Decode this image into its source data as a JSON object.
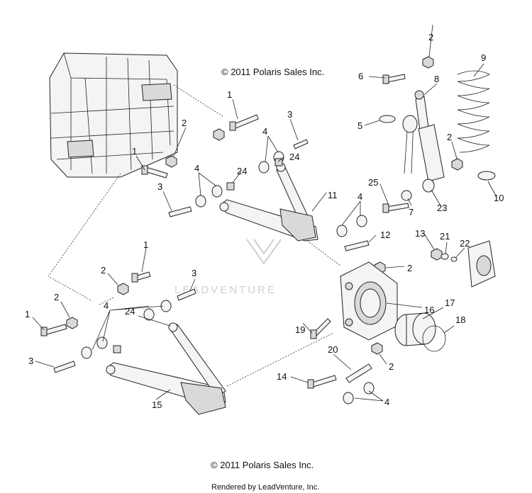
{
  "copyright_top": "© 2011 Polaris Sales Inc.",
  "copyright_bottom": "© 2011 Polaris Sales Inc.",
  "rendered_by": "Rendered by LeadVenture, Inc.",
  "watermark": "LEADVENTURE",
  "callouts": [
    {
      "id": "c1a",
      "text": "1"
    },
    {
      "id": "c1b",
      "text": "1"
    },
    {
      "id": "c1c",
      "text": "1"
    },
    {
      "id": "c1d",
      "text": "1"
    },
    {
      "id": "c2a",
      "text": "2"
    },
    {
      "id": "c2b",
      "text": "2"
    },
    {
      "id": "c2c",
      "text": "2"
    },
    {
      "id": "c2d",
      "text": "2"
    },
    {
      "id": "c2e",
      "text": "2"
    },
    {
      "id": "c2f",
      "text": "2"
    },
    {
      "id": "c2g",
      "text": "2"
    },
    {
      "id": "c3a",
      "text": "3"
    },
    {
      "id": "c3b",
      "text": "3"
    },
    {
      "id": "c3c",
      "text": "3"
    },
    {
      "id": "c3d",
      "text": "3"
    },
    {
      "id": "c4a",
      "text": "4"
    },
    {
      "id": "c4b",
      "text": "4"
    },
    {
      "id": "c4c",
      "text": "4"
    },
    {
      "id": "c4d",
      "text": "4"
    },
    {
      "id": "c4e",
      "text": "4"
    },
    {
      "id": "c5",
      "text": "5"
    },
    {
      "id": "c6",
      "text": "6"
    },
    {
      "id": "c7",
      "text": "7"
    },
    {
      "id": "c8",
      "text": "8"
    },
    {
      "id": "c9",
      "text": "9"
    },
    {
      "id": "c10",
      "text": "10"
    },
    {
      "id": "c11",
      "text": "11"
    },
    {
      "id": "c12",
      "text": "12"
    },
    {
      "id": "c13",
      "text": "13"
    },
    {
      "id": "c14",
      "text": "14"
    },
    {
      "id": "c15",
      "text": "15"
    },
    {
      "id": "c16",
      "text": "16"
    },
    {
      "id": "c17",
      "text": "17"
    },
    {
      "id": "c18",
      "text": "18"
    },
    {
      "id": "c19",
      "text": "19"
    },
    {
      "id": "c20",
      "text": "20"
    },
    {
      "id": "c21",
      "text": "21"
    },
    {
      "id": "c22",
      "text": "22"
    },
    {
      "id": "c23",
      "text": "23"
    },
    {
      "id": "c24a",
      "text": "24"
    },
    {
      "id": "c24b",
      "text": "24"
    },
    {
      "id": "c24c",
      "text": "24"
    },
    {
      "id": "c25",
      "text": "25"
    }
  ]
}
